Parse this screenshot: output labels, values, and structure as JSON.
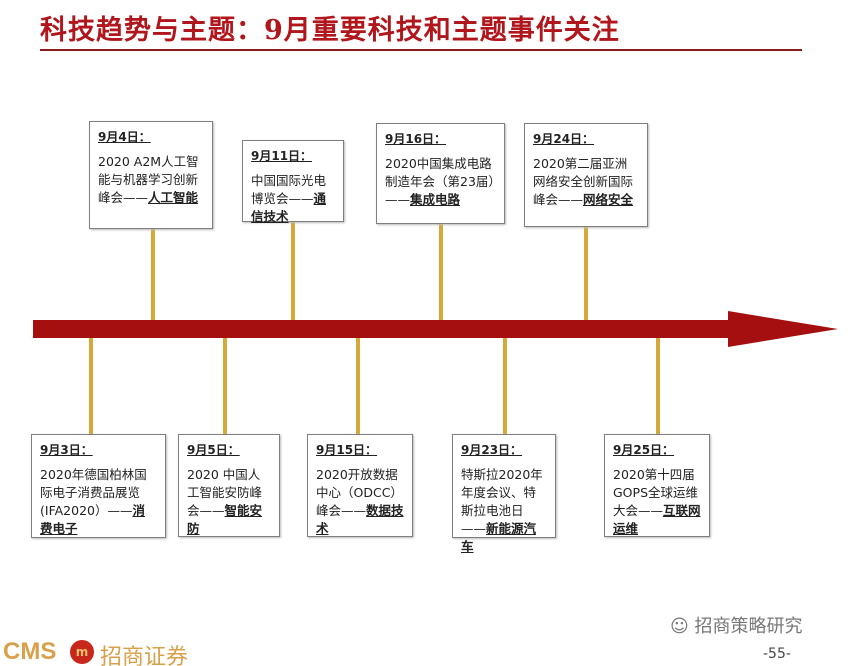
{
  "title": "科技趋势与主题：9月重要科技和主题事件关注",
  "top_events": [
    {
      "date": "9月4日：",
      "text": "2020 A2M人工智能与机器学习创新峰会——",
      "tag": "人工智能"
    },
    {
      "date": "9月11日：",
      "text": "中国国际光电博览会——",
      "tag": "通信技术"
    },
    {
      "date": "9月16日：",
      "text": "2020中国集成电路制造年会（第23届）——",
      "tag": "集成电路"
    },
    {
      "date": "9月24日：",
      "text": "2020第二届亚洲网络安全创新国际峰会——",
      "tag": "网络安全"
    }
  ],
  "bottom_events": [
    {
      "date": "9月3日：",
      "text": "2020年德国柏林国际电子消费品展览(IFA2020）——",
      "tag": "消费电子"
    },
    {
      "date": "9月5日：",
      "text": "2020 中国人工智能安防峰会——",
      "tag": "智能安防"
    },
    {
      "date": "9月15日：",
      "text": "2020开放数据中心（ODCC）峰会——",
      "tag": "数据技术"
    },
    {
      "date": "9月23日：",
      "text": "特斯拉2020年年度会议、特斯拉电池日——",
      "tag": "新能源汽车"
    },
    {
      "date": "9月25日：",
      "text": "2020第十四届GOPS全球运维大会——",
      "tag": "互联网运维"
    }
  ],
  "footer": {
    "brand_en": "CMS",
    "brand_cn": "招商证券",
    "logo_mark": "m",
    "wechat": "招商策略研究",
    "page": "-55-"
  }
}
